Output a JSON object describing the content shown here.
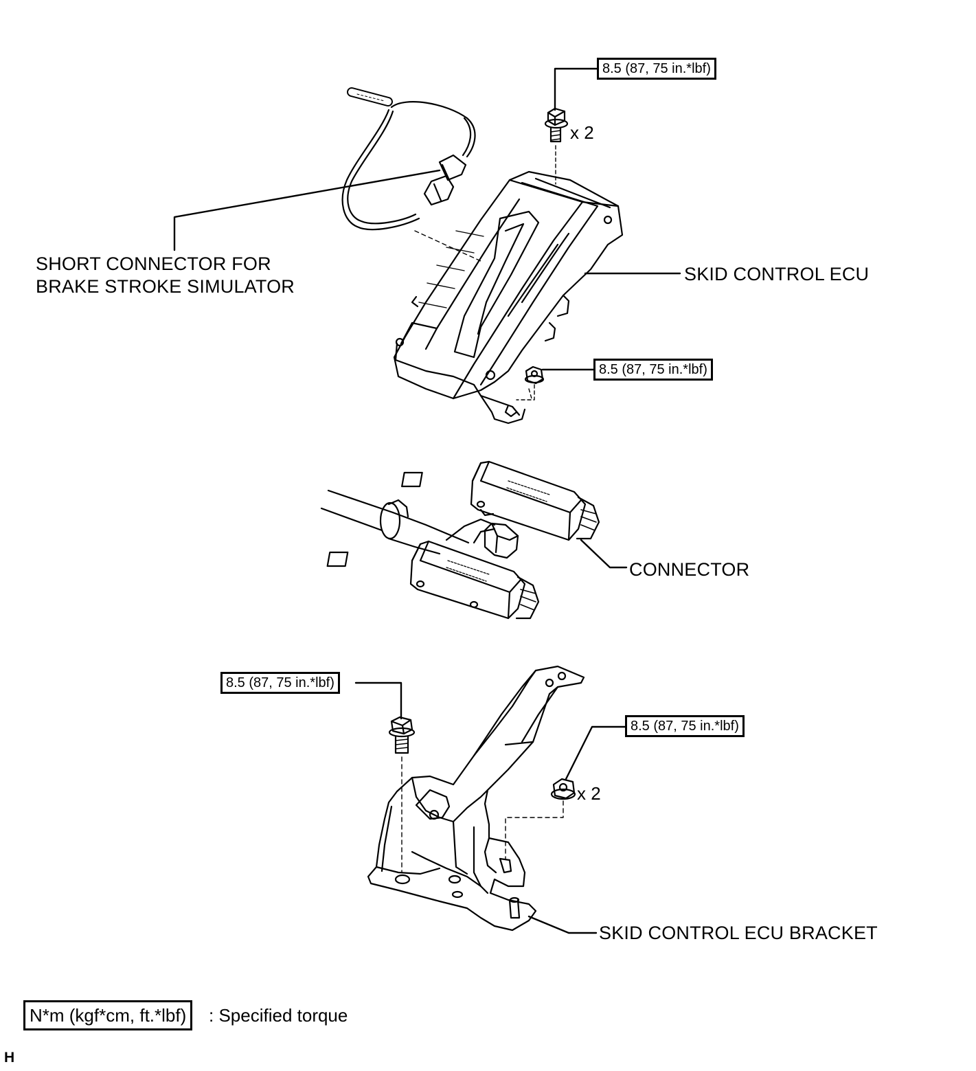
{
  "labels": {
    "short_connector_line1": "SHORT CONNECTOR FOR",
    "short_connector_line2": "BRAKE STROKE SIMULATOR",
    "skid_control_ecu": "SKID CONTROL ECU",
    "connector": "CONNECTOR",
    "skid_control_ecu_bracket": "SKID CONTROL ECU BRACKET"
  },
  "torque": {
    "ecu_top_bolt": "8.5 (87, 75 in.*lbf)",
    "ecu_bottom_nut": "8.5 (87, 75 in.*lbf)",
    "bracket_bolt": "8.5 (87, 75 in.*lbf)",
    "bracket_nut": "8.5 (87, 75 in.*lbf)"
  },
  "quantity": {
    "ecu_bolts": "x 2",
    "bracket_nuts": "x 2"
  },
  "legend": {
    "unit_box": "N*m (kgf*cm, ft.*lbf)",
    "description": ": Specified torque"
  },
  "figure_code": "H"
}
